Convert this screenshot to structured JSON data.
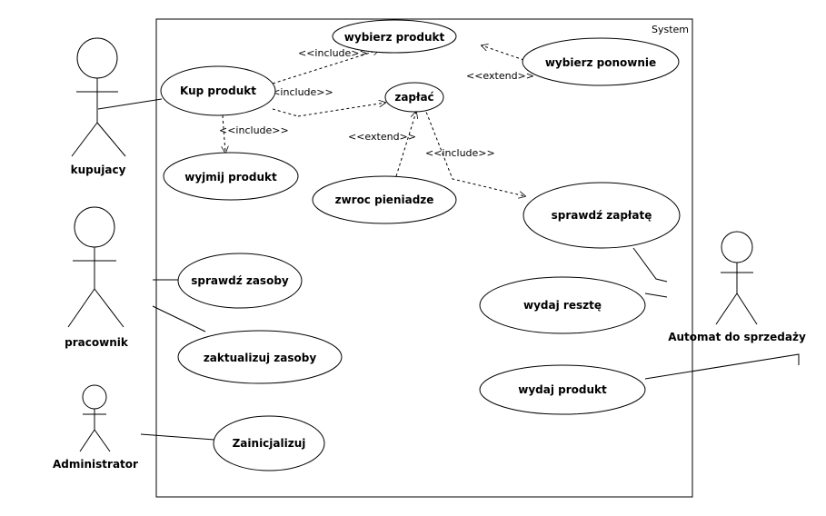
{
  "system": {
    "label": "System"
  },
  "actors": {
    "kupujacy": "kupujacy",
    "pracownik": "pracownik",
    "administrator": "Administrator",
    "automat": "Automat do sprzedaży"
  },
  "use_cases": {
    "wybierz_produkt": "wybierz produkt",
    "wybierz_ponownie": "wybierz ponownie",
    "kup_produkt": "Kup produkt",
    "zaplac": "zapłać",
    "wyjmij_produkt": "wyjmij produkt",
    "zwroc_pieniadze": "zwroc pieniadze",
    "sprawdz_zaplate": "sprawdź zapłatę",
    "sprawdz_zasoby": "sprawdź zasoby",
    "wydaj_reszte": "wydaj resztę",
    "zaktualizuj_zasoby": "zaktualizuj zasoby",
    "wydaj_produkt": "wydaj produkt",
    "zainicjalizuj": "Zainicjalizuj"
  },
  "relations": {
    "include": "<<include>>",
    "extend": "<<extend>>"
  }
}
